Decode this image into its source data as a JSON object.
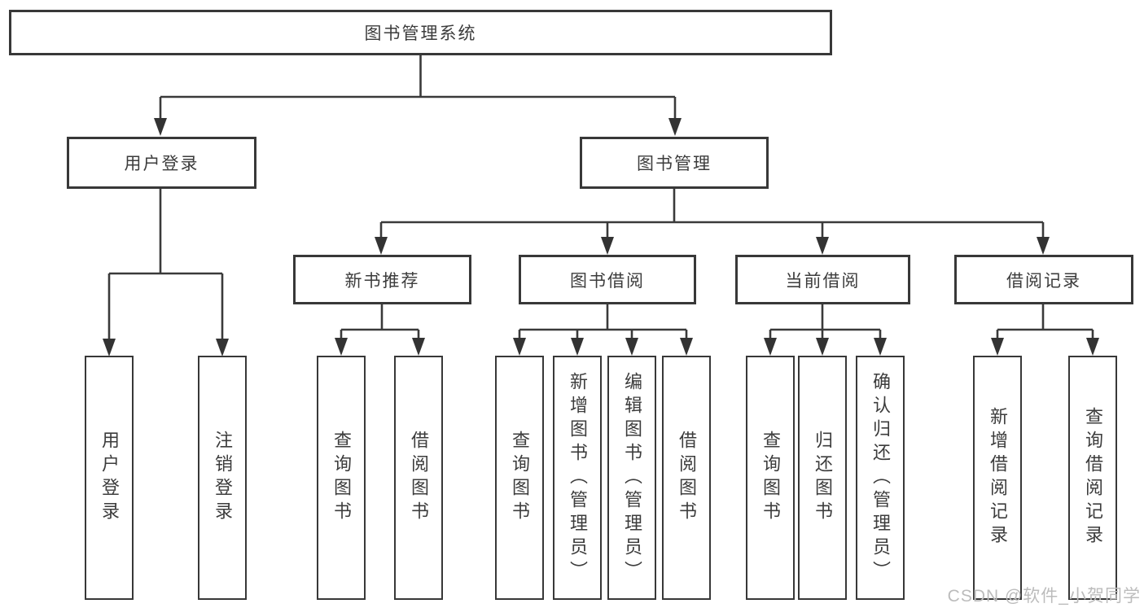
{
  "diagram": {
    "root": "图书管理系统",
    "branches": [
      {
        "label": "用户登录",
        "leaves": [
          "用户登录",
          "注销登录"
        ]
      },
      {
        "label": "图书管理",
        "groups": [
          {
            "label": "新书推荐",
            "leaves": [
              "查询图书",
              "借阅图书"
            ]
          },
          {
            "label": "图书借阅",
            "leaves": [
              "查询图书",
              "新增图书（管理员）",
              "编辑图书（管理员）",
              "借阅图书"
            ]
          },
          {
            "label": "当前借阅",
            "leaves": [
              "查询图书",
              "归还图书",
              "确认归还（管理员）"
            ]
          },
          {
            "label": "借阅记录",
            "leaves": [
              "新增借阅记录",
              "查询借阅记录"
            ]
          }
        ]
      }
    ]
  },
  "watermark": "CSDN @软件_小贺同学",
  "colors": {
    "background": "#ffffff",
    "box_fill": "#ffffff",
    "box_border": "#383838",
    "connector": "#3a3a3a",
    "text": "#3c3c3c",
    "watermark": "#bcbcbc"
  }
}
